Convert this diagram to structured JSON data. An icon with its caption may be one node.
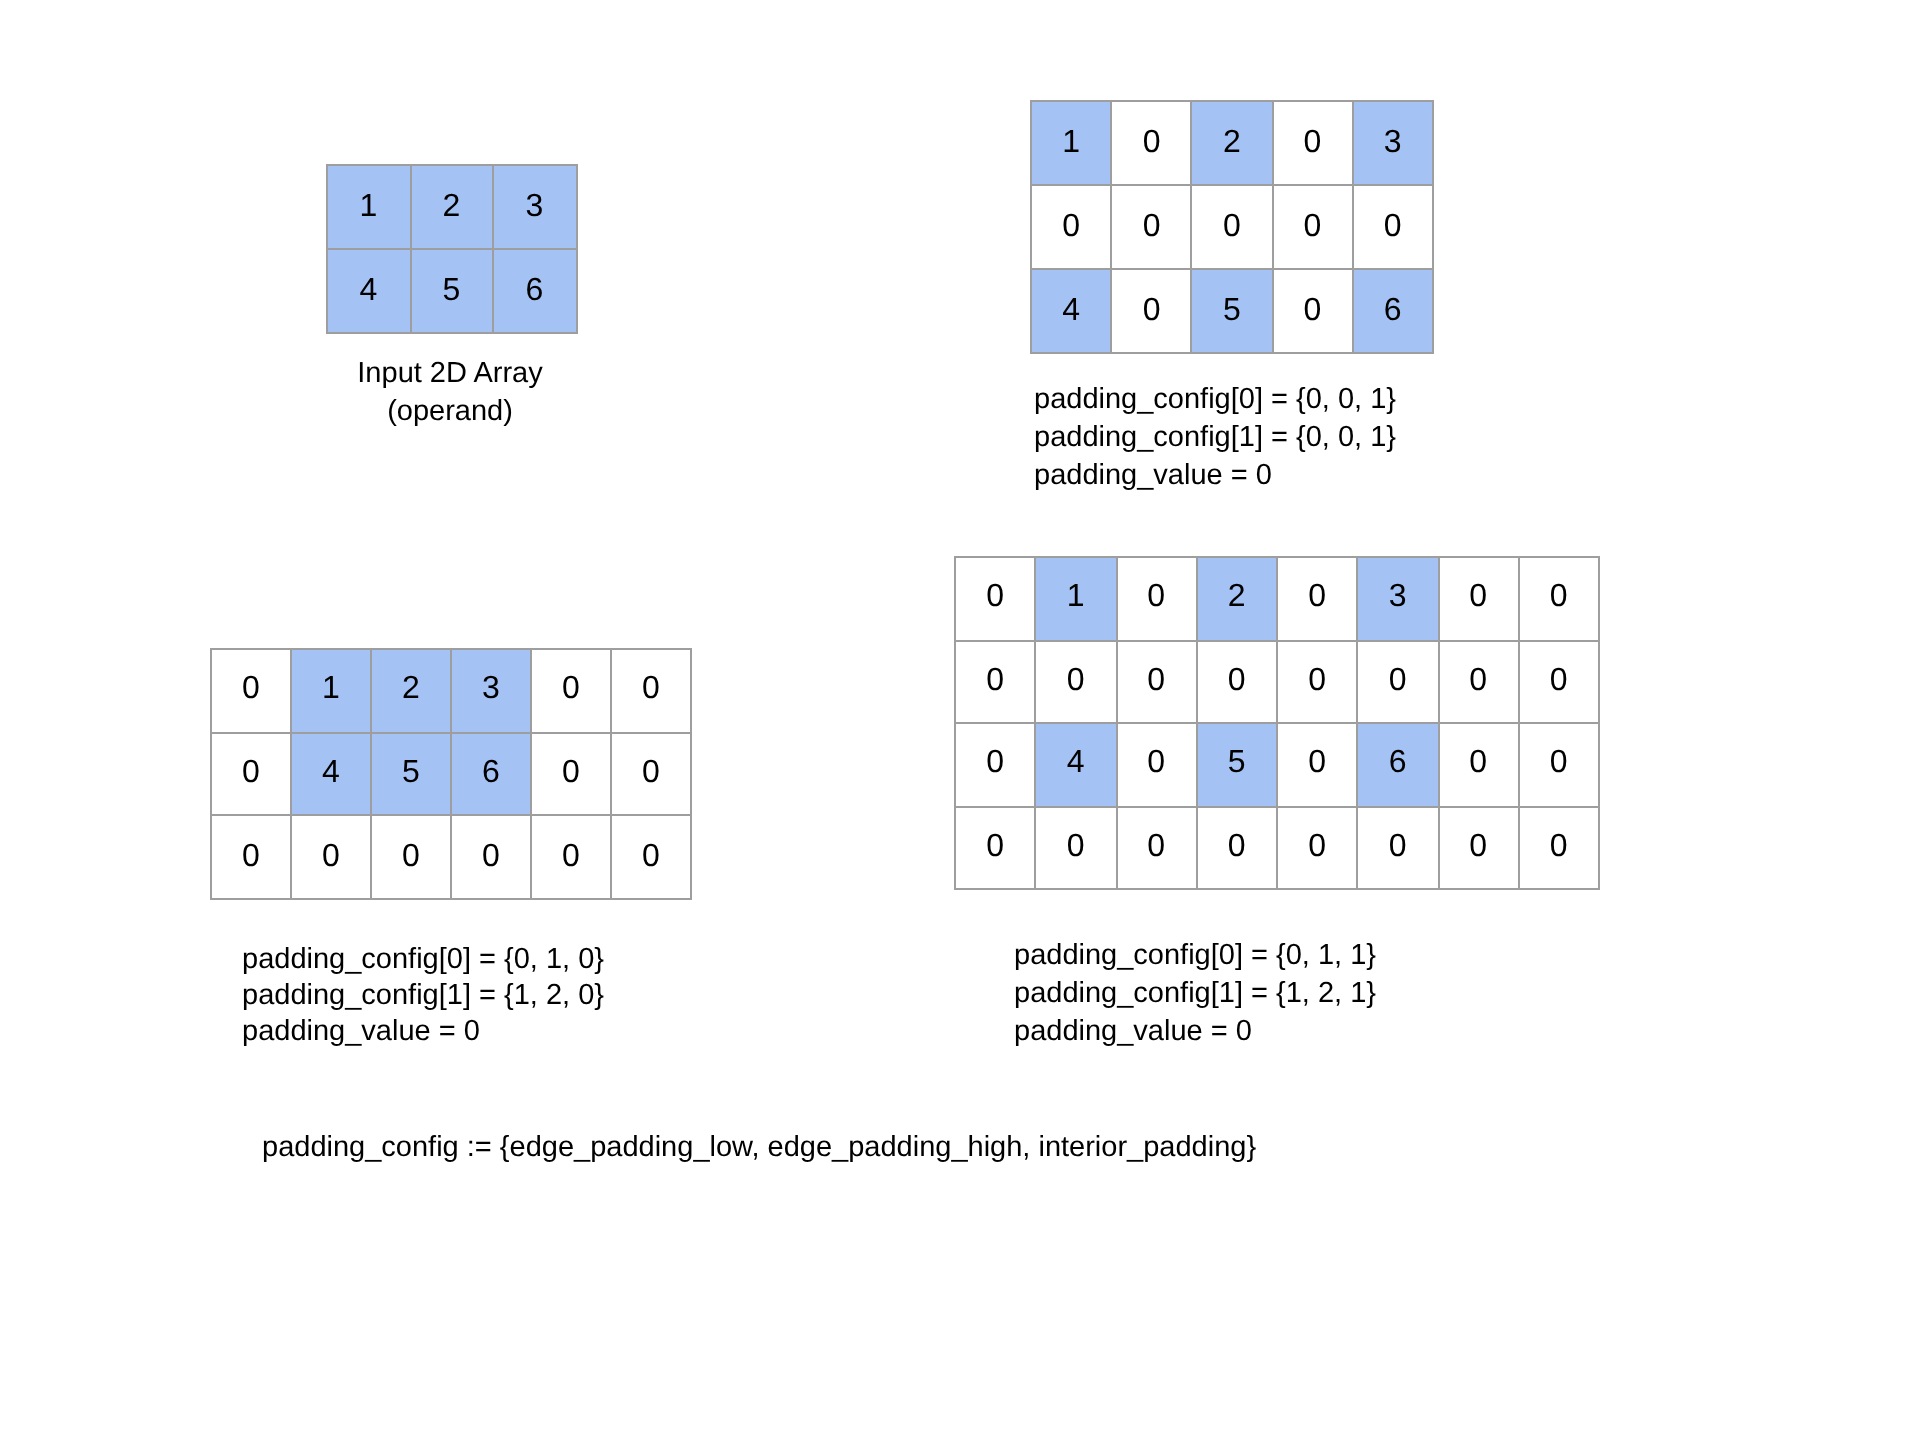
{
  "diagram": {
    "labels": [
      "1",
      "2",
      "3",
      "4",
      "5",
      "6",
      "Input 2D Array (operand)",
      "1",
      "0",
      "2",
      "0",
      "3",
      "0",
      "0",
      "0",
      "0",
      "0",
      "4",
      "0",
      "5",
      "0",
      "6",
      "padding_config[0] = {0, 0, 1}",
      "padding_config[1] = {0, 0, 1}",
      "padding_value = 0",
      "0",
      "1",
      "2",
      "3",
      "0",
      "0",
      "0",
      "4",
      "5",
      "6",
      "0",
      "0",
      "0",
      "0",
      "0",
      "0",
      "0",
      "0",
      "padding_config[0] = {0, 1, 0}",
      "padding_config[1] = {1, 2, 0}",
      "padding_value = 0",
      "0",
      "1",
      "0",
      "2",
      "0",
      "3",
      "0",
      "0",
      "0",
      "0",
      "0",
      "0",
      "0",
      "0",
      "0",
      "0",
      "0",
      "4",
      "0",
      "5",
      "0",
      "6",
      "0",
      "0",
      "0",
      "0",
      "0",
      "0",
      "0",
      "0",
      "0",
      "0",
      "padding_config[0] = {0, 1, 1}",
      "padding_config[1] = {1, 2, 1}",
      "padding_value = 0",
      "padding_config := {edge_padding_low, edge_padding_high, interior_padding}"
    ]
  }
}
